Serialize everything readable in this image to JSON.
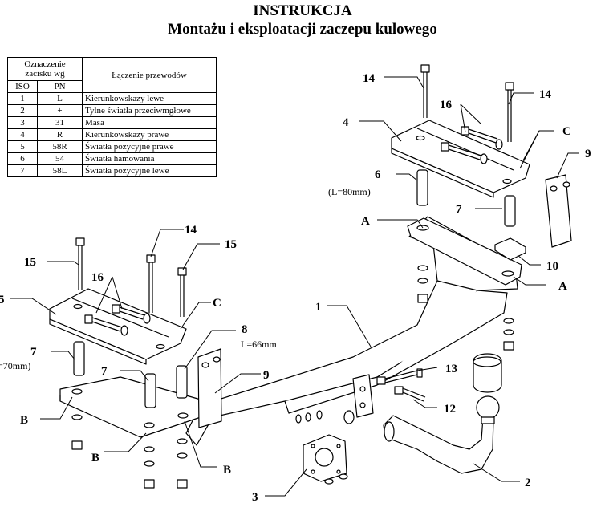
{
  "title": "INSTRUKCJA",
  "subtitle": "Montażu i eksploatacji zaczepu kulowego",
  "table": {
    "header_designation": "Oznaczenie zacisku wg",
    "header_connection": "Łączenie przewodów",
    "col_iso": "ISO",
    "col_pn": "PN",
    "rows": [
      {
        "iso": "1",
        "pn": "L",
        "desc": "Kierunkowskazy lewe"
      },
      {
        "iso": "2",
        "pn": "+",
        "desc": "Tylne światła przeciwmgłowe"
      },
      {
        "iso": "3",
        "pn": "31",
        "desc": "Masa"
      },
      {
        "iso": "4",
        "pn": "R",
        "desc": "Kierunkowskazy prawe"
      },
      {
        "iso": "5",
        "pn": "58R",
        "desc": "Światła pozycyjne prawe"
      },
      {
        "iso": "6",
        "pn": "54",
        "desc": "Światła hamowania"
      },
      {
        "iso": "7",
        "pn": "58L",
        "desc": "Światła pozycyjne lewe"
      }
    ]
  },
  "labels": {
    "l14a": "14",
    "l14b": "14",
    "l14c": "14",
    "l16a": "16",
    "l16b": "16",
    "l4": "4",
    "lCa": "C",
    "l9a": "9",
    "l6": "6",
    "l6note": "(L=80mm)",
    "lAa": "A",
    "l7a": "7",
    "l10": "10",
    "lAb": "A",
    "l15a": "15",
    "l15b": "15",
    "l5": "5",
    "lCb": "C",
    "l1": "1",
    "l8": "8",
    "l8note": "L=66mm",
    "l7b": "7",
    "l7bnote": "=70mm)",
    "l7c": "7",
    "l9b": "9",
    "l13": "13",
    "l12": "12",
    "lBa": "B",
    "lBb": "B",
    "lBc": "B",
    "l3": "3",
    "l2": "2"
  }
}
